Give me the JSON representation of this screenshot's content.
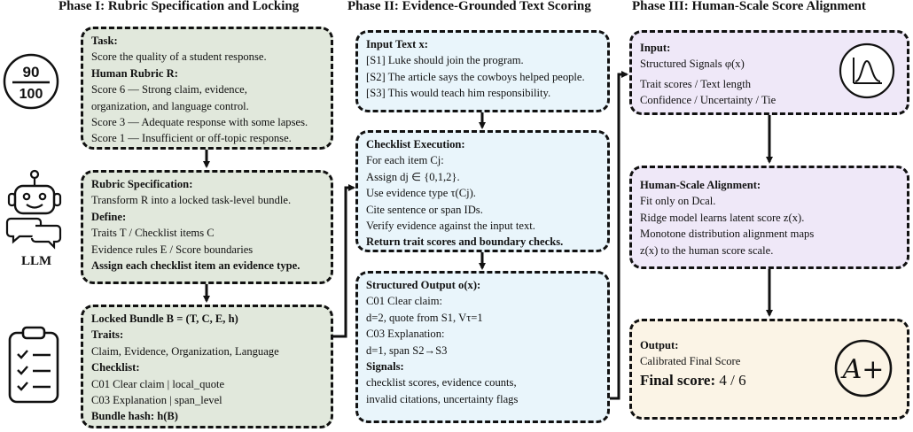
{
  "phases": {
    "p1": "Phase I: Rubric Specification and Locking",
    "p2": "Phase II: Evidence-Grounded Text Scoring",
    "p3": "Phase III: Human-Scale Score Alignment"
  },
  "score_icon": {
    "top": "90",
    "bottom": "100"
  },
  "llm_label": "LLM",
  "task_box": {
    "title": "Task:",
    "line1": "Score the quality of a student response.",
    "rubric_title": "Human Rubric R:",
    "s6a": "Score 6 — Strong claim, evidence,",
    "s6b": "organization, and language control.",
    "s3": "Score 3 — Adequate response with some lapses.",
    "s1": "Score 1 — Insufficient or off-topic response."
  },
  "spec_box": {
    "title": "Rubric Specification:",
    "line1": "Transform R into a locked task-level bundle.",
    "define": "Define:",
    "traits": "Traits T   /   Checklist items C",
    "rules": "Evidence rules E   /   Score boundaries",
    "assign": "Assign each checklist item an evidence type."
  },
  "bundle_box": {
    "title": "Locked Bundle B = (T, C, E, h)",
    "traits_title": "Traits:",
    "traits": "Claim, Evidence, Organization, Language",
    "checklist_title": "Checklist:",
    "c01": "C01 Clear claim | local_quote",
    "c03": "C03 Explanation | span_level",
    "hash": "Bundle hash: h(B)"
  },
  "input_box": {
    "title": "Input Text x:",
    "s1": "[S1] Luke should join the program.",
    "s2": "[S2] The article says the cowboys helped people.",
    "s3": "[S3] This would teach him responsibility."
  },
  "checklist_box": {
    "title": "Checklist Execution:",
    "l1": "For each item Cj:",
    "l2": "Assign dj ∈ {0,1,2}.",
    "l3": "Use evidence type τ(Cj).",
    "l4": "Cite sentence or span IDs.",
    "l5": "Verify evidence against the input text.",
    "l6": "Return trait scores and boundary checks."
  },
  "output_box": {
    "title": "Structured Output o(x):",
    "l1": "C01 Clear claim:",
    "l2": "d=2, quote from S1, Vτ=1",
    "l3": "C03 Explanation:",
    "l4": "d=1, span S2→S3",
    "signals": "Signals:",
    "l5": "checklist scores, evidence counts,",
    "l6": "invalid citations, uncertainty flags"
  },
  "p3_input_box": {
    "title": "Input:",
    "l1": "Structured Signals φ(x)",
    "l2": "Trait scores   /   Text length",
    "l3": "Confidence   /   Uncertainty   /   Tie"
  },
  "align_box": {
    "title": "Human-Scale Alignment:",
    "l1": "Fit only on Dcal.",
    "l2": "Ridge model learns latent score z(x).",
    "l3": "Monotone distribution alignment maps",
    "l4": "z(x) to the human score scale."
  },
  "final_box": {
    "title": "Output:",
    "l1": "Calibrated Final Score",
    "final_label": "Final score:",
    "final_value": "4 / 6"
  },
  "grade_icon": "A+"
}
